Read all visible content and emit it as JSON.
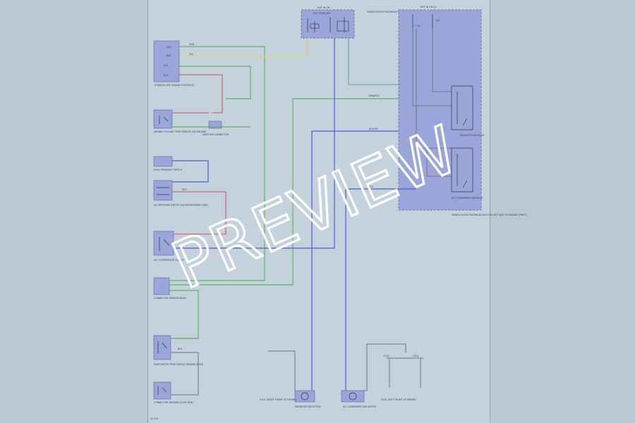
{
  "watermark": {
    "text": "PREVIEW"
  },
  "sheet": {
    "footer_code": "AC-001"
  },
  "colors": {
    "background": "#b9c8d3",
    "sheet": "#c3d2dc",
    "component_fill": "#9aa6da",
    "wire_green": "#5fb35a",
    "wire_yellow": "#d9d36a",
    "wire_blue": "#4a5fcf",
    "wire_red": "#cf5660"
  },
  "top_block": {
    "header": "HOT IN ON",
    "title": "A/C RELAY BOX",
    "note": "UNDER-HOOD FUSE/RELAY BOX"
  },
  "relay_box": {
    "header": "HOT IN ON (II)",
    "fuse_left": "7.5A",
    "fuse_right": "15A",
    "relays": [
      "RADIATOR FAN RELAY",
      "A/C CONDENSER FAN RELAY"
    ],
    "caption": "UNDER-HOOD FUSE/RELAY BOX (ON LEFT SIDE OF ENGINE COMPT)"
  },
  "components": {
    "ecm": {
      "label": "ECM/PCM (SEE ENGINE CONTROLS)",
      "pins": [
        "A12",
        "B20",
        "A15",
        "B15"
      ]
    },
    "coolant_switch": {
      "label": "ENGINE COOLANT TEMP SENSOR (ON ENGINE)"
    },
    "junction_mid": {
      "label": "JUNCTION CONNECTOR"
    },
    "dual_pressure": {
      "label": "DUAL PRESSURE SWITCH"
    },
    "ac_pressure_switch": {
      "label": "A/C PRESSURE SWITCH (ON REFRIGERANT LINE)"
    },
    "compressor_clutch": {
      "label": "A/C COMPRESSOR CLUTCH"
    },
    "connector_lower": {
      "label": "CONNECTOR (BEHIND DASH)"
    },
    "thermostat": {
      "label": "EVAPORATOR TEMP SWITCH (BEHIND DASH)"
    },
    "connector_bottom": {
      "label": "CONNECTOR (BEHIND GLOVE BOX)"
    },
    "radiator_fan_motor": {
      "label": "RADIATOR FAN MOTOR"
    },
    "condenser_fan_motor": {
      "label": "A/C CONDENSER FAN MOTOR"
    },
    "ground_left": {
      "label": "G101 (RIGHT FRONT OF ENGINE)"
    },
    "ground_right": {
      "label": "G201 (LEFT FRONT OF ENGINE)"
    },
    "ground_block": {
      "left": "G101",
      "right": "G201"
    }
  },
  "wire_labels": {
    "green": "GRN",
    "yellow": "YEL",
    "blue": "BLU",
    "red": "RED",
    "black": "BLK",
    "blue_yellow": "BLU/YEL",
    "green_red": "GRN/RED"
  }
}
